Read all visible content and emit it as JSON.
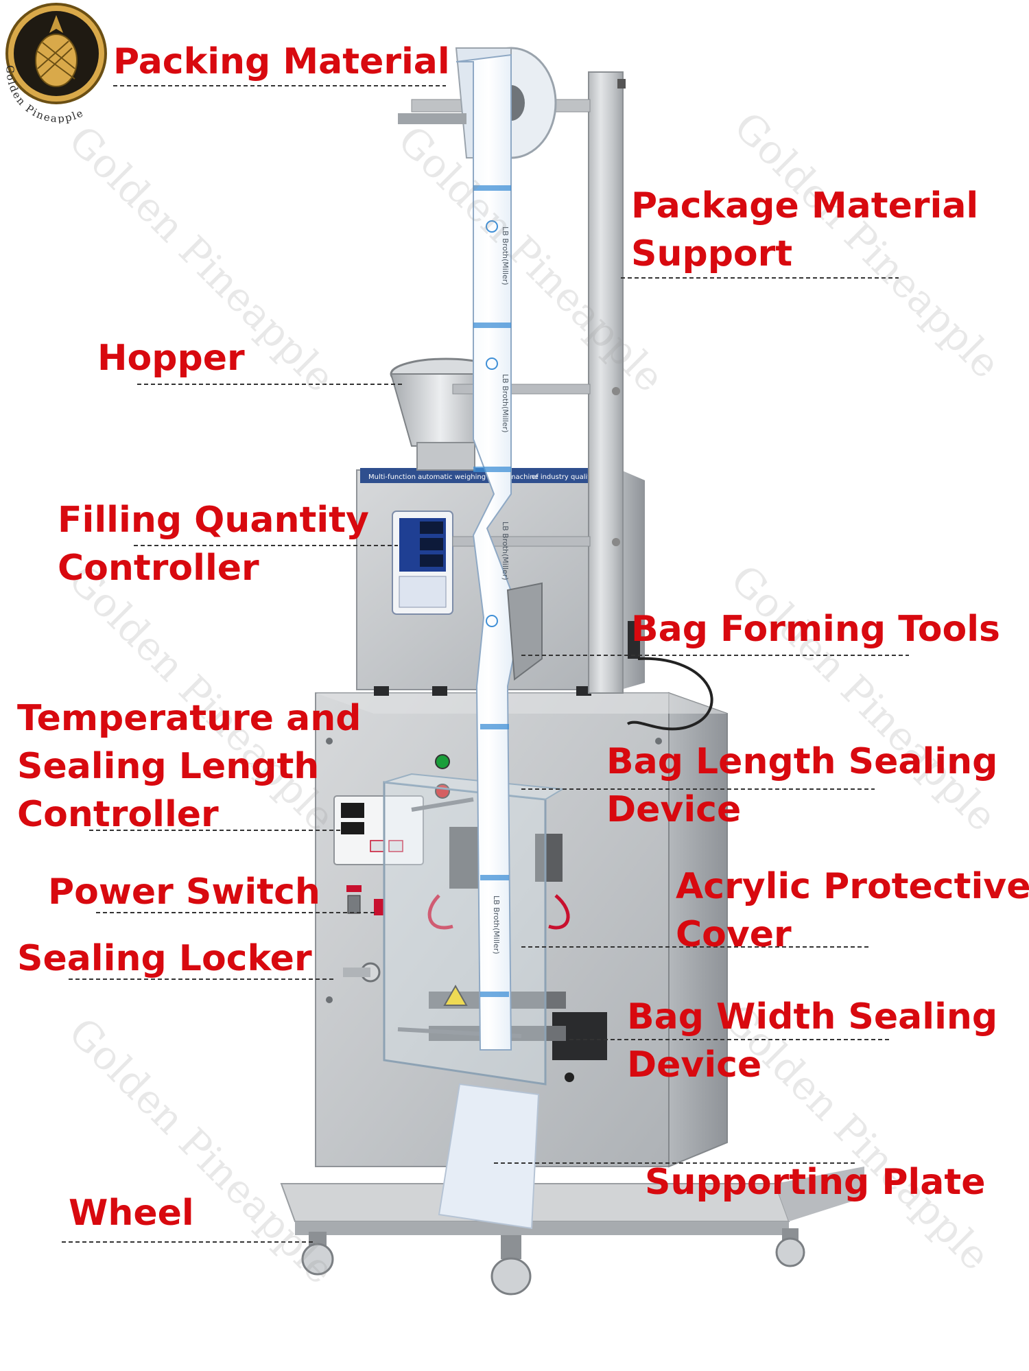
{
  "logo": {
    "brand": "Golden Pineapple"
  },
  "watermark": "Golden Pineapple",
  "machine_panels": {
    "header_strip": "Multi-function automatic weighing filling machine",
    "header_strip_right": "of industry quality!",
    "film_print": "LB Broth(Miller)"
  },
  "labels": {
    "packing_material": {
      "line1": "Packing Material"
    },
    "package_material_support": {
      "line1": "Package Material",
      "line2": "Support"
    },
    "hopper": {
      "line1": "Hopper"
    },
    "filling_quantity_controller": {
      "line1": "Filling Quantity",
      "line2": "Controller"
    },
    "bag_forming_tools": {
      "line1": "Bag Forming Tools"
    },
    "temperature_sealing_controller": {
      "line1": "Temperature and",
      "line2": "Sealing Length",
      "line3": "Controller"
    },
    "bag_length_sealing_device": {
      "line1": "Bag Length Sealing",
      "line2": "Device"
    },
    "power_switch": {
      "line1": "Power Switch"
    },
    "acrylic_protective_cover": {
      "line1": "Acrylic Protective",
      "line2": "Cover"
    },
    "sealing_locker": {
      "line1": "Sealing Locker"
    },
    "bag_width_sealing_device": {
      "line1": "Bag Width Sealing",
      "line2": "Device"
    },
    "supporting_plate": {
      "line1": "Supporting Plate"
    },
    "wheel": {
      "line1": "Wheel"
    }
  },
  "colors": {
    "label_red": "#d8090f",
    "steel": "#c9cbcd",
    "film_blue": "#3f8fd6"
  }
}
